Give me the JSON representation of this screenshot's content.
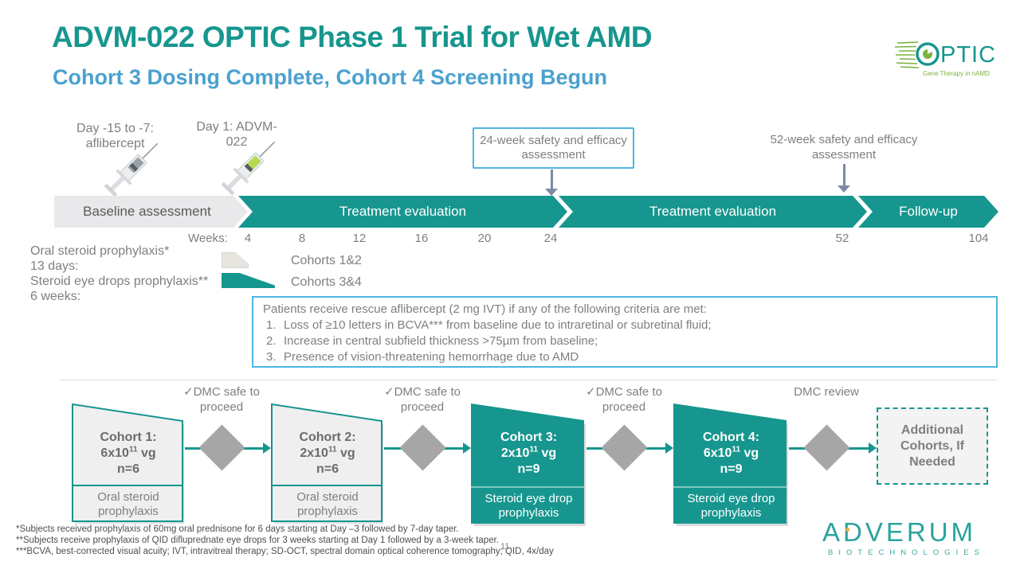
{
  "slide": {
    "title": "ADVM-022 OPTIC Phase 1 Trial for Wet AMD",
    "subtitle": "Cohort 3 Dosing Complete, Cohort 4 Screening Begun",
    "page_number": "11"
  },
  "logos": {
    "optic_name": "OPTIC",
    "optic_tagline": "Gene Therapy in nAMD",
    "adverum_name": "ADVERUM",
    "adverum_sub": "BIOTECHNOLOGIES"
  },
  "colors": {
    "teal": "#16968E",
    "callout_blue": "#4DB5E2",
    "subtitle_blue": "#4BA1CE",
    "gray_text": "#7F7F7F",
    "diamond_gray": "#A6A6A6",
    "logo_green": "#7CB342"
  },
  "timeline": {
    "injection1_label": "Day -15 to -7:\naflibercept",
    "injection2_label": "Day 1: ADVM-\n022",
    "callout_24": "24-week safety and efficacy assessment",
    "callout_52": "52-week safety and efficacy assessment",
    "segments": [
      {
        "label": "Baseline assessment"
      },
      {
        "label": "Treatment evaluation"
      },
      {
        "label": "Treatment evaluation"
      },
      {
        "label": "Follow-up"
      }
    ],
    "weeks_label": "Weeks:",
    "week_ticks": [
      "4",
      "8",
      "12",
      "16",
      "20",
      "24",
      "52",
      "104"
    ]
  },
  "prophylaxis": {
    "row1_label": "Oral steroid prophylaxis*",
    "row1_duration": "13 days:",
    "row2_label": "Steroid eye drops prophylaxis**",
    "row2_duration": "6 weeks:",
    "legend1": "Cohorts 1&2",
    "legend2": "Cohorts 3&4"
  },
  "rescue": {
    "intro": "Patients receive rescue aflibercept (2 mg IVT) if  any of the following criteria are met:",
    "item1_num": "1.",
    "item1": "Loss of ≥10 letters in BCVA*** from baseline due to intraretinal or subretinal fluid;",
    "item2_num": "2.",
    "item2": "Increase in central subfield thickness >75µm from baseline;",
    "item3_num": "3.",
    "item3": "Presence of vision-threatening hemorrhage due to AMD"
  },
  "flow": {
    "gate1": "✓DMC safe to proceed",
    "gate2": "✓DMC safe to proceed",
    "gate3": "✓DMC safe to proceed",
    "gate4": "DMC review",
    "cohort1": {
      "title": "Cohort 1:",
      "dose_base": "6x10",
      "dose_exp": "11",
      "dose_unit": " vg",
      "n": "n=6",
      "prophylaxis": "Oral steroid prophylaxis"
    },
    "cohort2": {
      "title": "Cohort 2:",
      "dose_base": "2x10",
      "dose_exp": "11",
      "dose_unit": " vg",
      "n": "n=6",
      "prophylaxis": "Oral steroid prophylaxis"
    },
    "cohort3": {
      "title": "Cohort 3:",
      "dose_base": "2x10",
      "dose_exp": "11",
      "dose_unit": " vg",
      "n": "n=9",
      "prophylaxis": "Steroid eye drop prophylaxis"
    },
    "cohort4": {
      "title": "Cohort 4:",
      "dose_base": "6x10",
      "dose_exp": "11",
      "dose_unit": " vg",
      "n": "n=9",
      "prophylaxis": "Steroid eye drop prophylaxis"
    },
    "additional": "Additional Cohorts, If Needed"
  },
  "footnotes": {
    "line1": "*Subjects received prophylaxis of 60mg oral prednisone for 6 days starting at Day –3 followed by 7-day taper.",
    "line2": "**Subjects receive prophylaxis of QID difluprednate eye drops for 3 weeks starting at Day 1 followed by a 3-week taper.",
    "line3": "***BCVA, best-corrected visual acuity; IVT, intravitreal therapy; SD-OCT, spectral domain optical coherence tomography; QID, 4x/day"
  }
}
